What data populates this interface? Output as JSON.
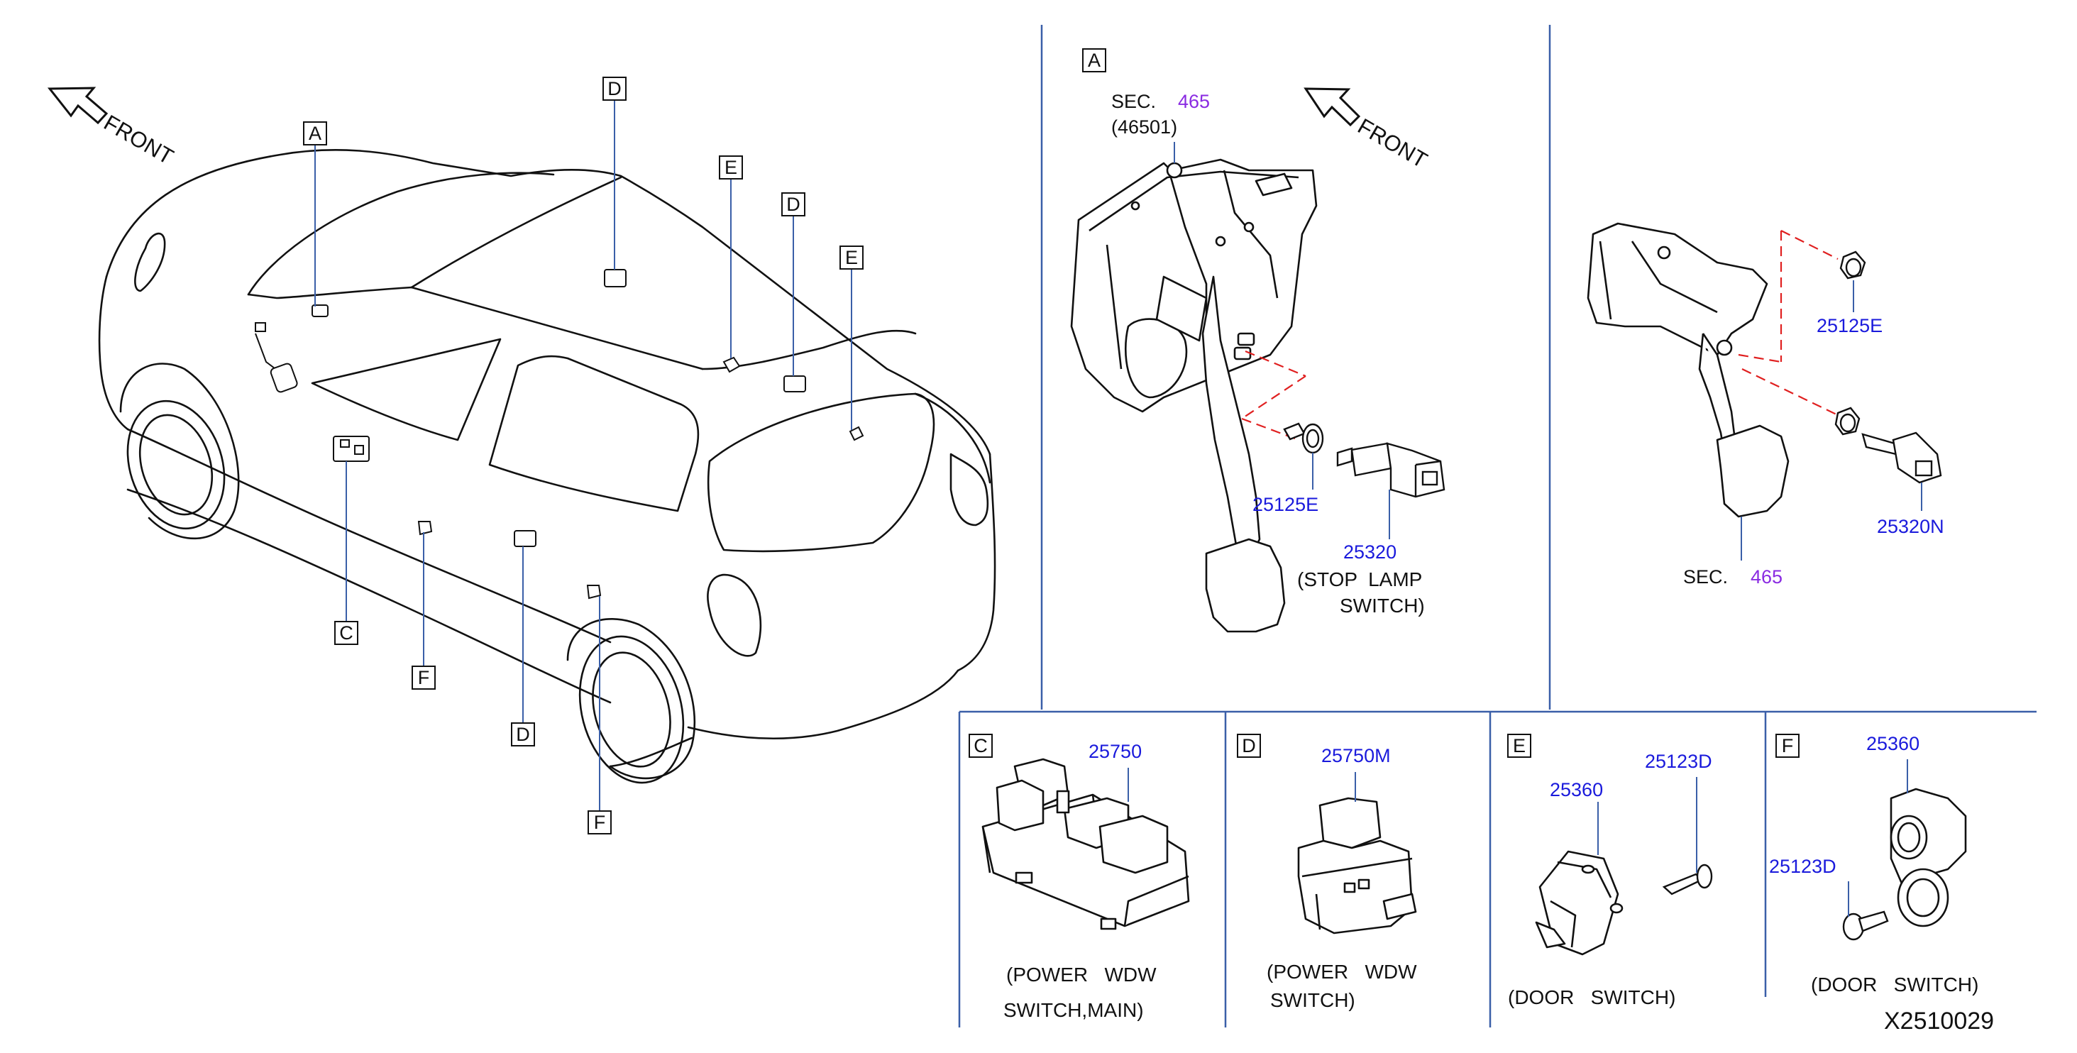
{
  "overview": {
    "front_label": "FRONT",
    "callouts": {
      "a": "A",
      "d1": "D",
      "e1": "E",
      "d2": "D",
      "e2": "E",
      "c": "C",
      "f1": "F",
      "d3": "D",
      "f2": "F"
    }
  },
  "panel_a": {
    "letter": "A",
    "sec_label": "SEC.",
    "sec_number": "465",
    "sec_ref": "(46501)",
    "front_label": "FRONT",
    "part_25125e": "25125E",
    "part_25320": "25320",
    "stop_lamp_line1": "(STOP  LAMP",
    "stop_lamp_line2": "SWITCH)"
  },
  "panel_right": {
    "part_25125e": "25125E",
    "part_25320n": "25320N",
    "sec_label": "SEC.",
    "sec_number": "465"
  },
  "panel_c": {
    "letter": "C",
    "part": "25750",
    "caption_line1": "(POWER   WDW",
    "caption_line2": "SWITCH,MAIN)"
  },
  "panel_d": {
    "letter": "D",
    "part": "25750M",
    "caption_line1": "(POWER   WDW",
    "caption_line2": "SWITCH)"
  },
  "panel_e": {
    "letter": "E",
    "part_switch": "25360",
    "part_screw": "25123D",
    "caption": "(DOOR   SWITCH)"
  },
  "panel_f": {
    "letter": "F",
    "part_switch": "25360",
    "part_screw": "25123D",
    "caption": "(DOOR   SWITCH)"
  },
  "diagram_ref": "X2510029",
  "colors": {
    "part_number": "#1a1adc",
    "section_number": "#8a2be2",
    "leader_line": "#3a5fa8",
    "hidden_line": "#e02020",
    "panel_border": "#3a5fa8"
  }
}
